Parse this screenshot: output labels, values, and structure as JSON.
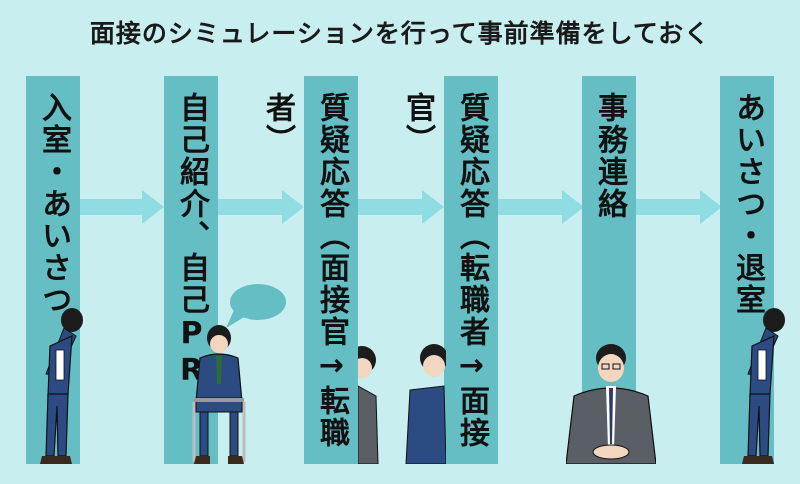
{
  "title": "面接のシミュレーションを行って事前準備をしておく",
  "steps": [
    {
      "label": "入室・あいさつ"
    },
    {
      "label": "自己紹介、自己PR"
    },
    {
      "label": "質疑応答（面接官→転職者）"
    },
    {
      "label": "質疑応答（転職者→面接官）"
    },
    {
      "label": "事務連絡"
    },
    {
      "label": "あいさつ・退室"
    }
  ],
  "colors": {
    "background": "#c8eef0",
    "column": "#64bec4",
    "arrow": "#8fdde3",
    "bubble": "#64bec4"
  }
}
